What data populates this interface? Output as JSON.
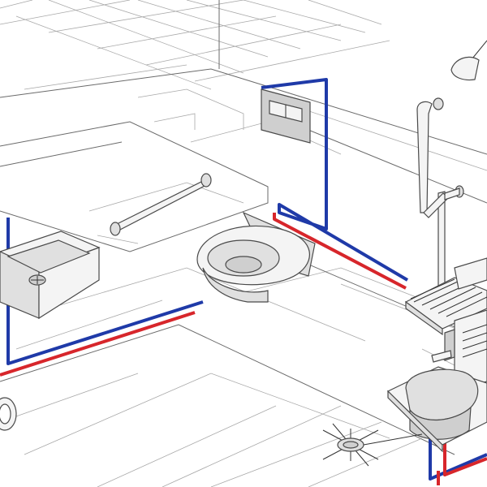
{
  "colors": {
    "hot_pipe": "#d7262b",
    "cold_pipe": "#1f3aa8",
    "linework": "#6a6a6a",
    "fixture_fill": "#f4f4f4",
    "background": "#ffffff"
  },
  "fixtures": [
    {
      "id": "washbasin",
      "icon": "washbasin-icon"
    },
    {
      "id": "wall-hung-toilet",
      "icon": "toilet-icon"
    },
    {
      "id": "flush-plate",
      "icon": "flush-plate-icon"
    },
    {
      "id": "grab-bar",
      "icon": "grab-bar-icon"
    },
    {
      "id": "shower-head",
      "icon": "shower-head-icon"
    },
    {
      "id": "shower-seat",
      "icon": "folding-seat-icon"
    },
    {
      "id": "utility-sink",
      "icon": "sink-icon"
    },
    {
      "id": "floor-drain",
      "icon": "floor-drain-icon"
    }
  ],
  "pipes": [
    {
      "id": "cold-supply",
      "color_ref": "cold_pipe"
    },
    {
      "id": "hot-supply",
      "color_ref": "hot_pipe"
    }
  ]
}
